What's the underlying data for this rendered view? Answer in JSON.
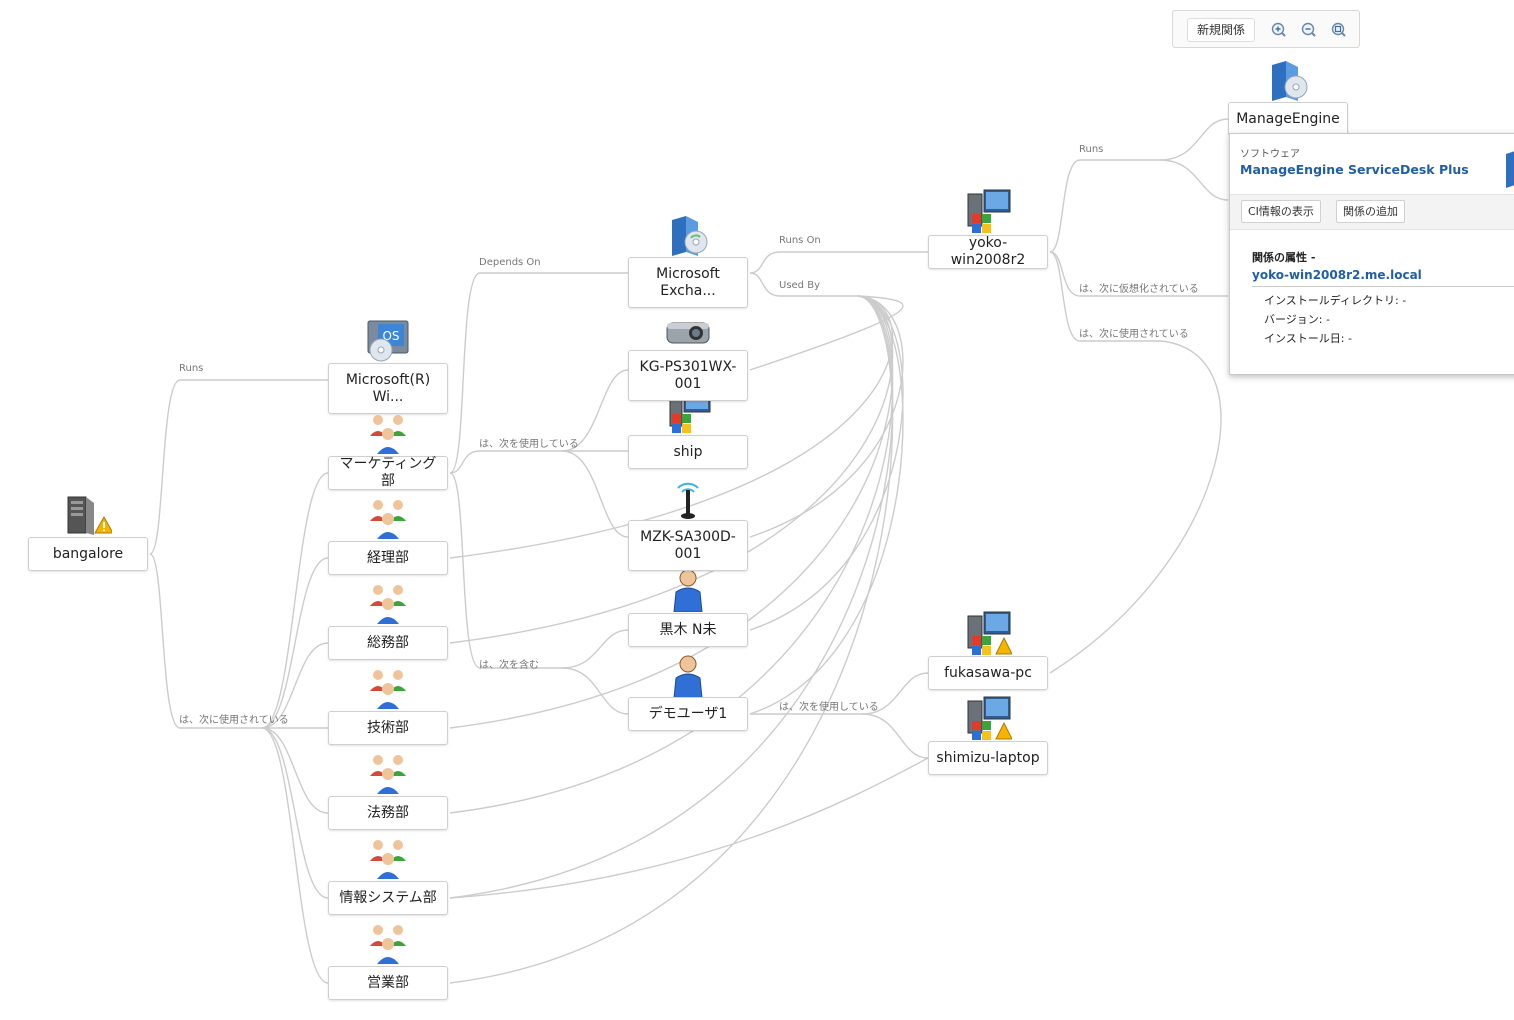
{
  "toolbar": {
    "new_relation": "新規関係"
  },
  "nodes": {
    "bangalore": "bangalore",
    "ms_os": "Microsoft(R) Wi...",
    "marketing": "マーケティング部",
    "keiri": "経理部",
    "somu": "総務部",
    "gijutsu": "技術部",
    "homu": "法務部",
    "joho": "情報システム部",
    "eigyo": "営業部",
    "ms_exch": "Microsoft Excha...",
    "kg": "KG-PS301WX-001",
    "ship": "ship",
    "mzk": "MZK-SA300D-001",
    "kuroki": "黒木 N未",
    "demo": "デモユーザ1",
    "yoko": "yoko-win2008r2",
    "manage": "ManageEngine",
    "fukasawa": "fukasawa-pc",
    "shimizu": "shimizu-laptop"
  },
  "edge_labels": {
    "runs_1": "Runs",
    "used_by_rev_1": "は、次に使用されている",
    "depends_on": "Depends On",
    "uses_1": "は、次を使用している",
    "contains": "は、次を含む",
    "runs_on": "Runs On",
    "used_by": "Used By",
    "uses_2": "は、次を使用している",
    "runs_2": "Runs",
    "virtualized": "は、次に仮想化されている",
    "used_by_rev_2": "は、次に使用されている"
  },
  "popup": {
    "category": "ソフトウェア",
    "name": "ManageEngine ServiceDesk Plus",
    "view_ci": "CI情報の表示",
    "add_relation": "関係の追加",
    "attr_header": "関係の属性 -",
    "link": "yoko-win2008r2.me.local",
    "attrs": [
      "インストールディレクトリ: -",
      "バージョン: -",
      "インストール日: -"
    ]
  },
  "colors": {
    "edge": "#cccccc",
    "link": "#1f5fa8"
  }
}
